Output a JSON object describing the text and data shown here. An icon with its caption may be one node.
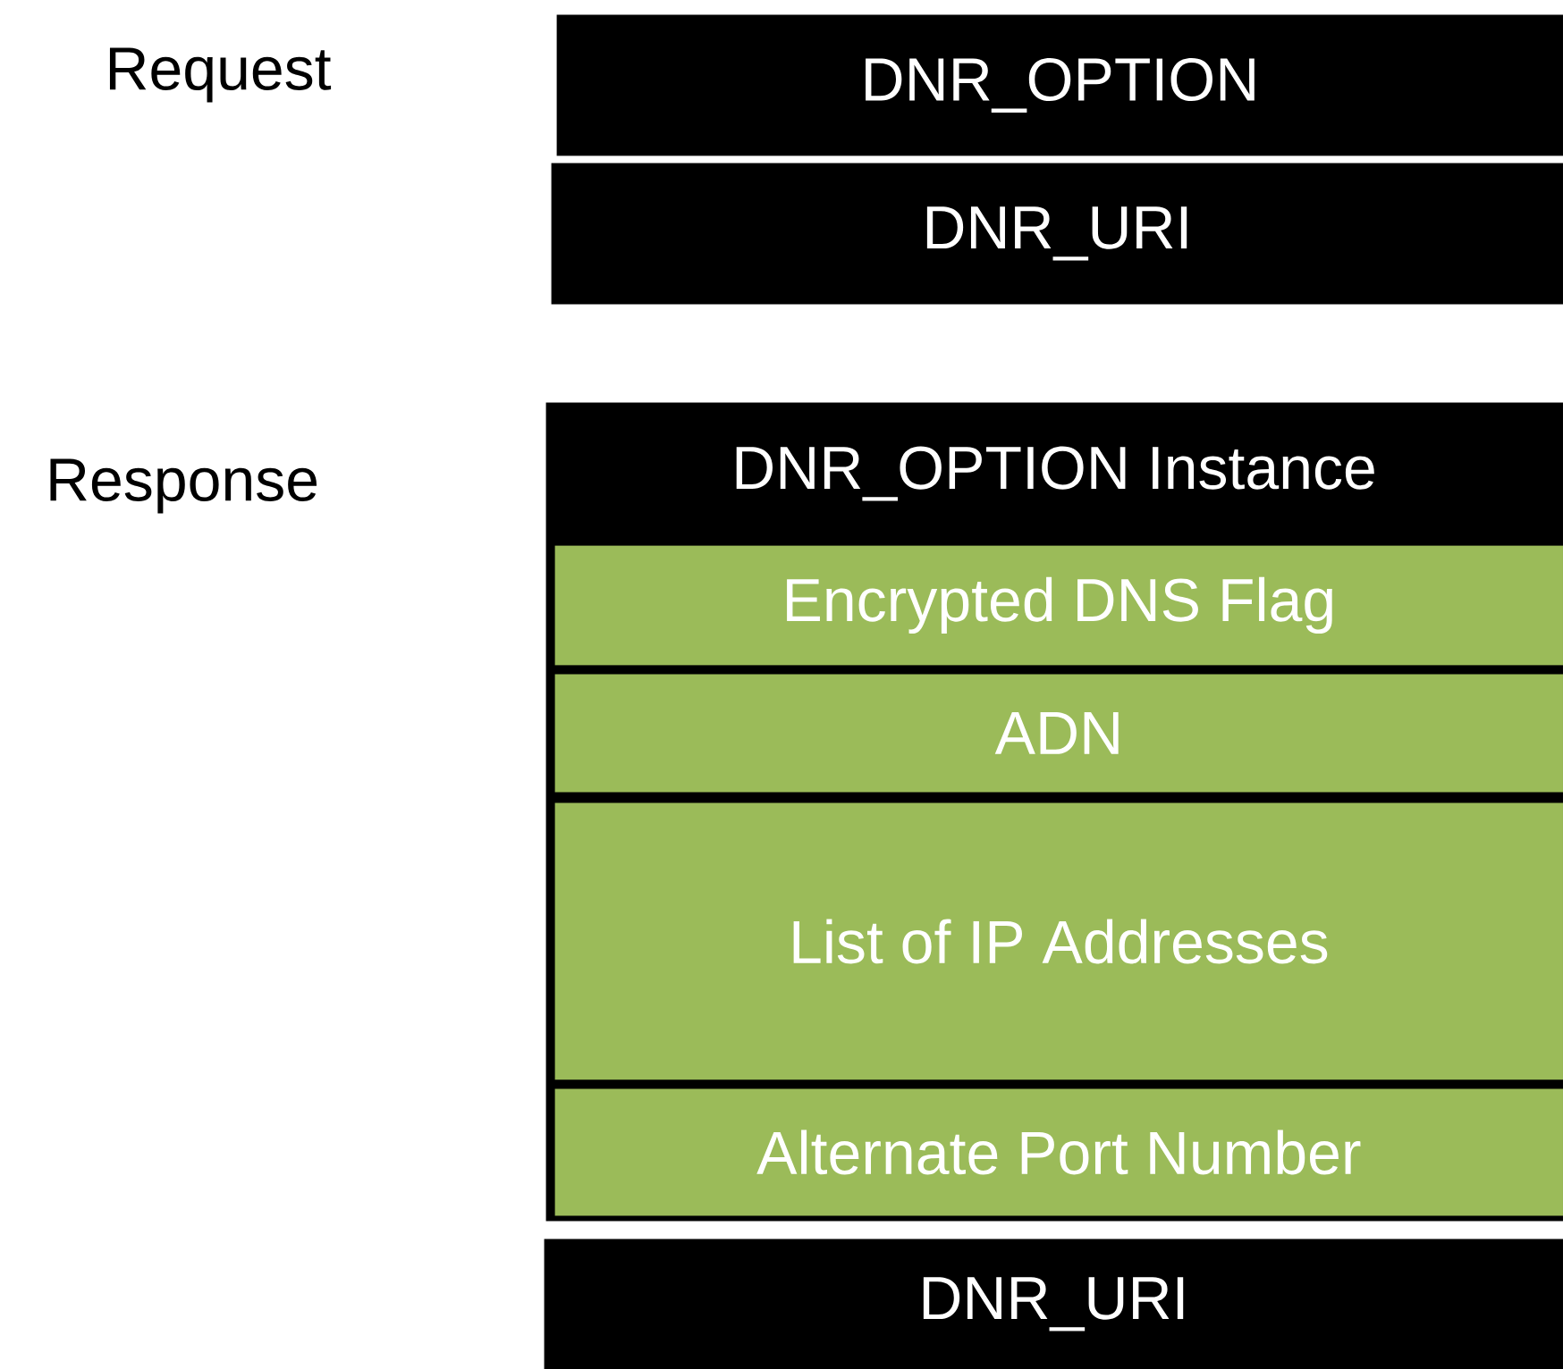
{
  "diagram": {
    "nodes": [
      {
        "text": [
          "DNR_OPTION"
        ]
      },
      {
        "text": [
          "DNR_URI"
        ]
      },
      {
        "text": [
          "DNR_OPTION Instance"
        ]
      },
      {
        "text": [
          "Encrypted DNS Flag"
        ],
        "in": 2
      },
      {
        "text": [
          "ADN"
        ],
        "in": 2
      },
      {
        "text": [
          "List of IP Addresses"
        ],
        "in": 2
      },
      {
        "text": [
          "Alternate Port Number"
        ],
        "in": 2
      },
      {
        "text": [
          "DNR_URI"
        ]
      }
    ],
    "labels": [
      "Request",
      "Response"
    ]
  }
}
